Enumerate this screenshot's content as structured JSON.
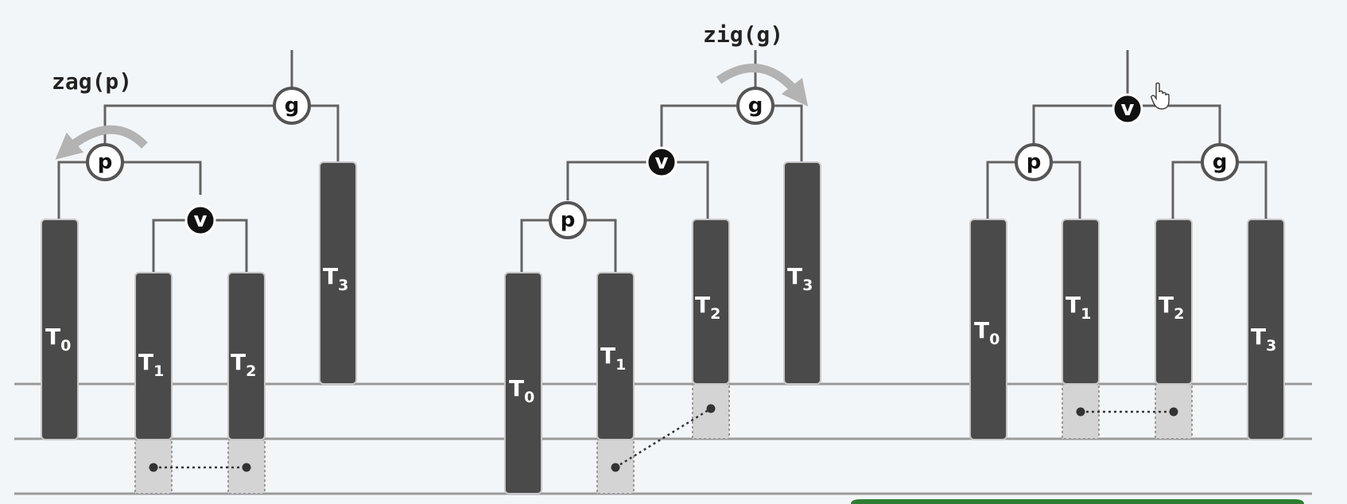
{
  "colors": {
    "background": "#f3f6f9",
    "line": "#636363",
    "subtree": "#4a4a4a",
    "subtree_border": "#c8c8c8",
    "ext": "#d4d4d4",
    "node_fill": "#ffffff",
    "node_dark": "#111111",
    "arrow": "#b3b3b3",
    "green_bar": "#2e7d32"
  },
  "stage1": {
    "rotation": "zag(p)",
    "nodes": {
      "g": "g",
      "p": "p",
      "v": "v"
    },
    "subtrees": [
      {
        "name": "T",
        "sub": "0"
      },
      {
        "name": "T",
        "sub": "1"
      },
      {
        "name": "T",
        "sub": "2"
      },
      {
        "name": "T",
        "sub": "3"
      }
    ]
  },
  "stage2": {
    "rotation": "zig(g)",
    "nodes": {
      "g": "g",
      "p": "p",
      "v": "v"
    },
    "subtrees": [
      {
        "name": "T",
        "sub": "0"
      },
      {
        "name": "T",
        "sub": "1"
      },
      {
        "name": "T",
        "sub": "2"
      },
      {
        "name": "T",
        "sub": "3"
      }
    ]
  },
  "stage3": {
    "nodes": {
      "v": "v",
      "p": "p",
      "g": "g"
    },
    "subtrees": [
      {
        "name": "T",
        "sub": "0"
      },
      {
        "name": "T",
        "sub": "1"
      },
      {
        "name": "T",
        "sub": "2"
      },
      {
        "name": "T",
        "sub": "3"
      }
    ]
  }
}
